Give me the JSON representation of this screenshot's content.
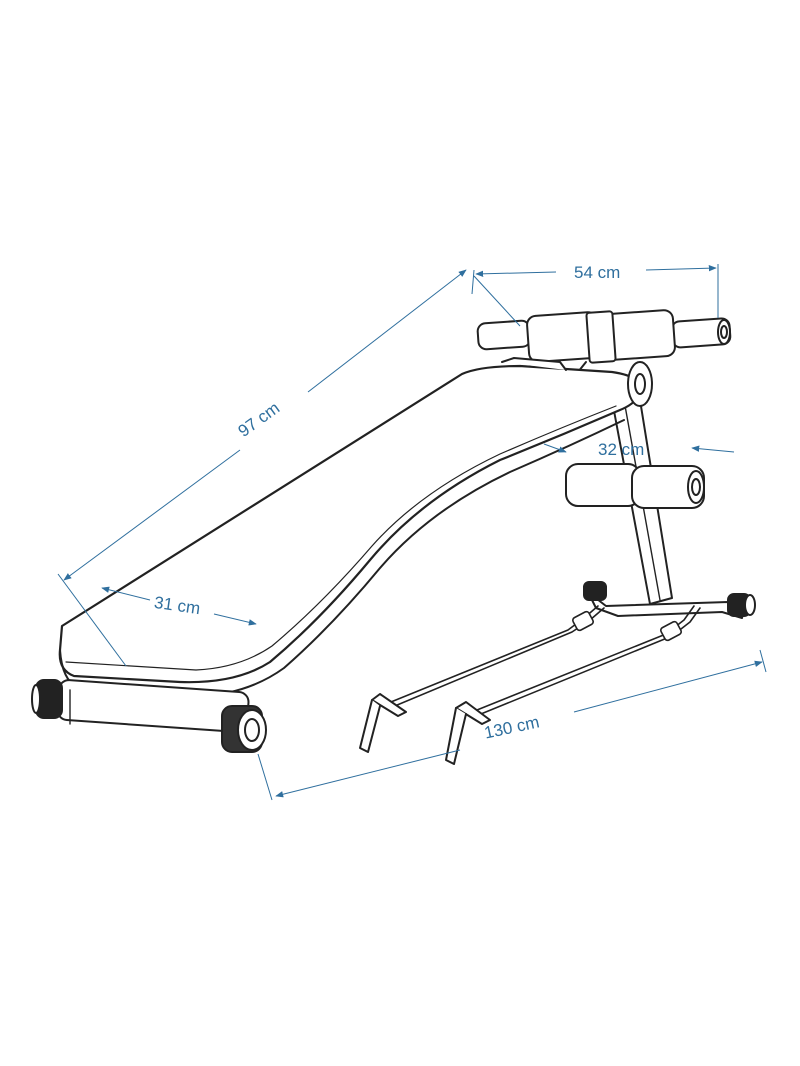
{
  "colors": {
    "line": "#222222",
    "dimension": "#2f6f9e",
    "background": "#ffffff"
  },
  "dimensions": {
    "length": "97 cm",
    "width": "54 cm",
    "pad_width": "31 cm",
    "leg_roller": "32 cm",
    "base_length": "130 cm"
  },
  "icons": [
    "sit-up-bench-drawing",
    "arrow-icon"
  ]
}
